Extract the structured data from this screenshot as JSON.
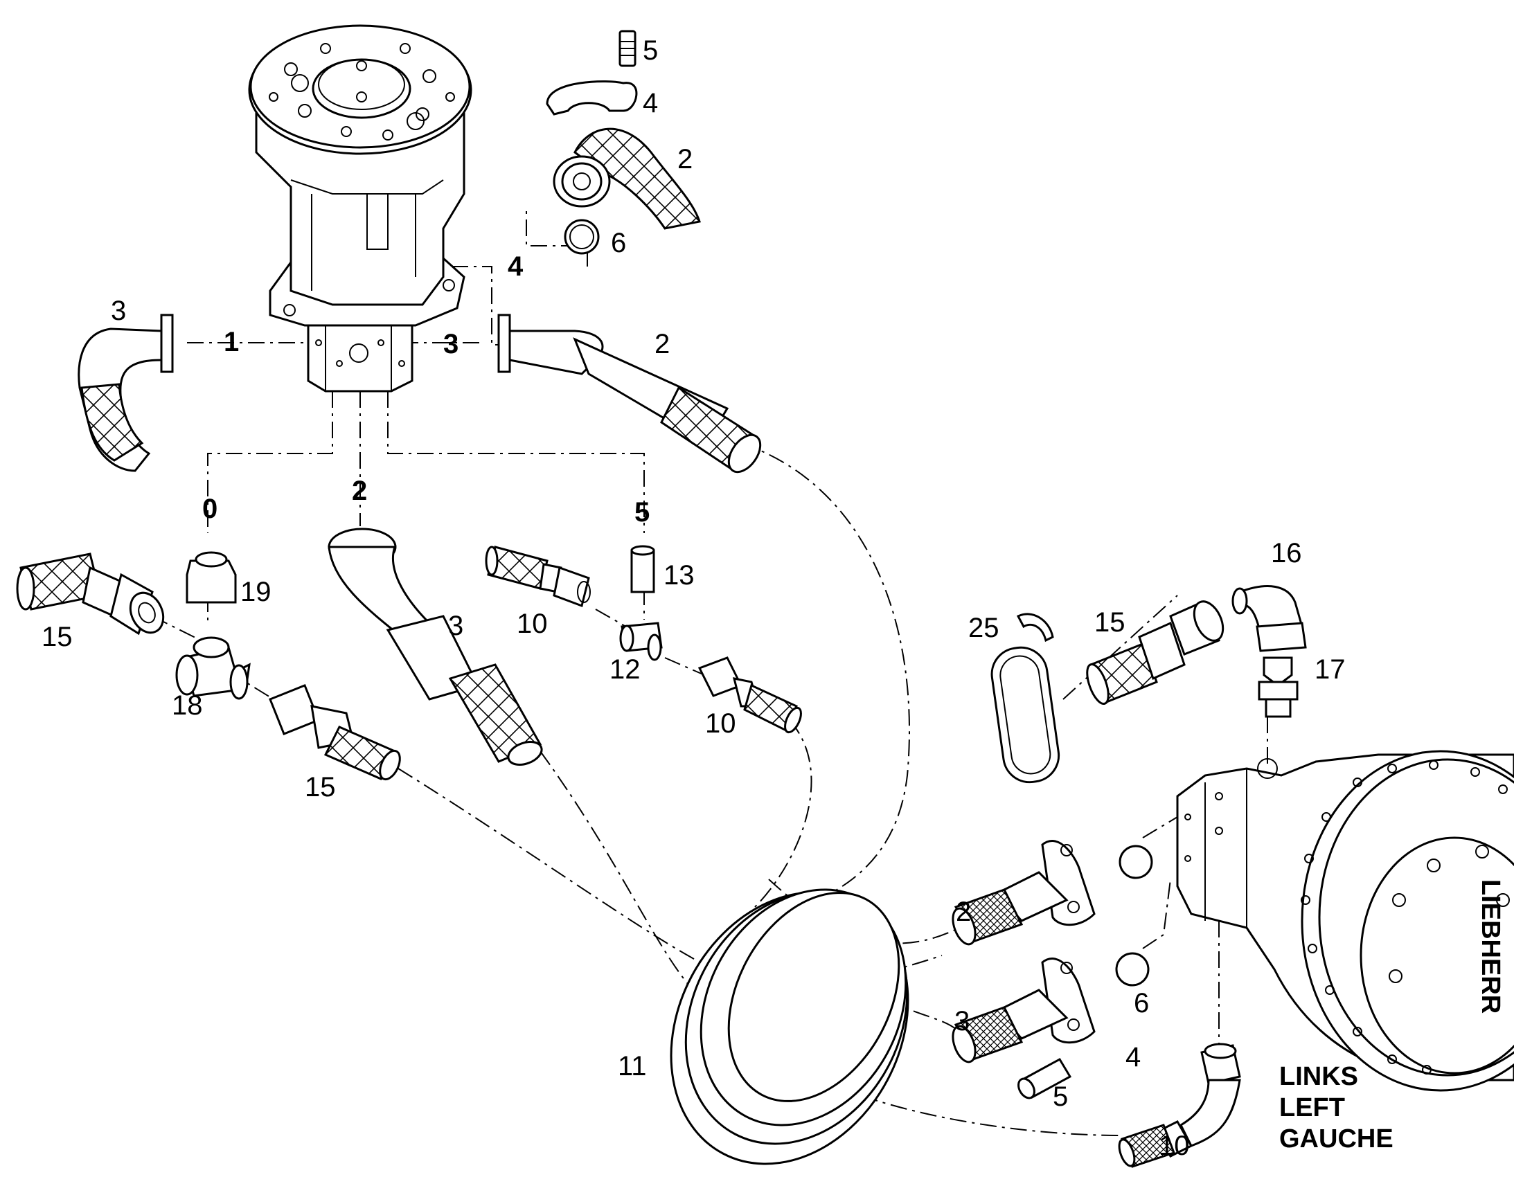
{
  "diagram": {
    "callouts": {
      "c5_top": "5",
      "c4_top": "4",
      "c2_top": "2",
      "c6_top": "6",
      "c4_port": "4",
      "c3_left": "3",
      "c1_port": "1",
      "c3_port": "3",
      "c2_right": "2",
      "c0_port": "0",
      "c2_port": "2",
      "c5_port": "5",
      "c19": "19",
      "c15_left": "15",
      "c18": "18",
      "c15_mid": "15",
      "c3_mid": "3",
      "c10_upper": "10",
      "c13": "13",
      "c12": "12",
      "c10_mid": "10",
      "c25": "25",
      "c15_right": "15",
      "c16": "16",
      "c17": "17",
      "c2_low": "2",
      "c6_low": "6",
      "c3_low": "3",
      "c4_low": "4",
      "c5_low": "5",
      "c11": "11",
      "c10_low": "10"
    },
    "caption": {
      "line1": "LINKS",
      "line2": "LEFT",
      "line3": "GAUCHE"
    },
    "motor_logo_text": "LIEBHERR"
  }
}
